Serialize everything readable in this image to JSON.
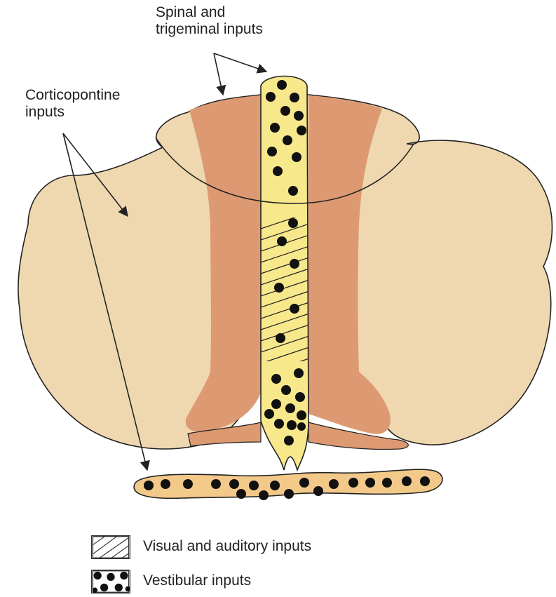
{
  "labels": {
    "spinal_line1": "Spinal and",
    "spinal_line2": "trigeminal inputs",
    "cortico_line1": "Corticopontine",
    "cortico_line2": "inputs"
  },
  "legend": [
    {
      "pattern": "hatch",
      "label": "Visual and auditory inputs"
    },
    {
      "pattern": "dots",
      "label": "Vestibular inputs"
    }
  ],
  "colors": {
    "hemisphere": "#efd8b0",
    "paravermis": "#dd9a72",
    "vermis": "#f8e88c",
    "flocculus": "#f3c98a",
    "outline": "#222222",
    "dots": "#111111"
  }
}
